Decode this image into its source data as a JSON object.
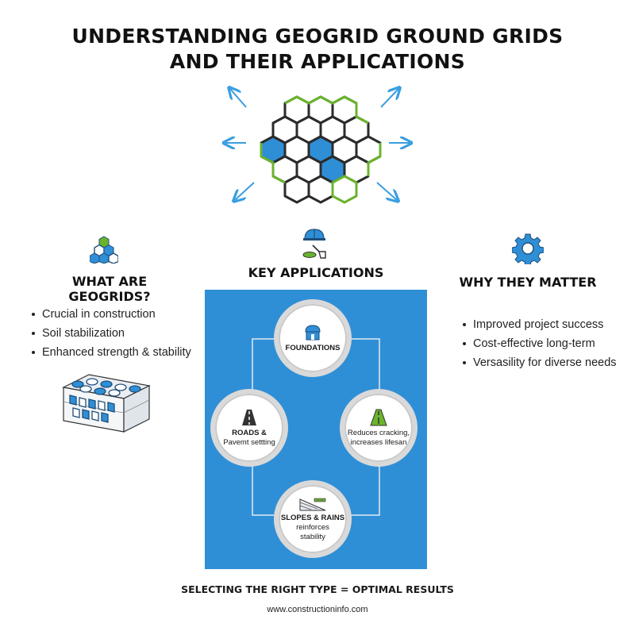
{
  "title": {
    "line1": "UNDERSTANDING GEOGRID GROUND GRIDS",
    "line2": "AND THEIR APPLICATIONS"
  },
  "left": {
    "heading": "WHAT ARE GEOGRIDS?",
    "icon": "hexagon-stack-icon",
    "bullets": [
      "Crucial in construction",
      "Soil stabilization",
      "Enhanced strength & stability"
    ]
  },
  "center": {
    "heading": "KEY APPLICATIONS",
    "icon": "hardhat-shovel-icon",
    "nodes": {
      "foundations": {
        "label": "FOUNDATIONS",
        "icon": "building-icon"
      },
      "roads": {
        "line1": "ROADS &",
        "line2": "Pavemt settting",
        "icon": "road-icon"
      },
      "reduces": {
        "line1": "Reduces cracking,",
        "line2": "increases lifesan",
        "icon": "green-road-icon"
      },
      "slopes": {
        "line1": "SLOPES & RAINS",
        "line2": "reinforces",
        "line3": "stability",
        "icon": "slope-wall-icon"
      }
    }
  },
  "right": {
    "heading": "WHY THEY MATTER",
    "icon": "gear-icon",
    "bullets": [
      "Improved project success",
      "Cost-effective long-term",
      "Versasility for diverse needs"
    ]
  },
  "footer": {
    "main": "SELECTING THE RIGHT TYPE = OPTIMAL RESULTS",
    "url": "www.constructioninfo.com"
  },
  "colors": {
    "blue": "#2f8fd6",
    "green": "#6ab42d",
    "arrow": "#3a9ee0"
  }
}
